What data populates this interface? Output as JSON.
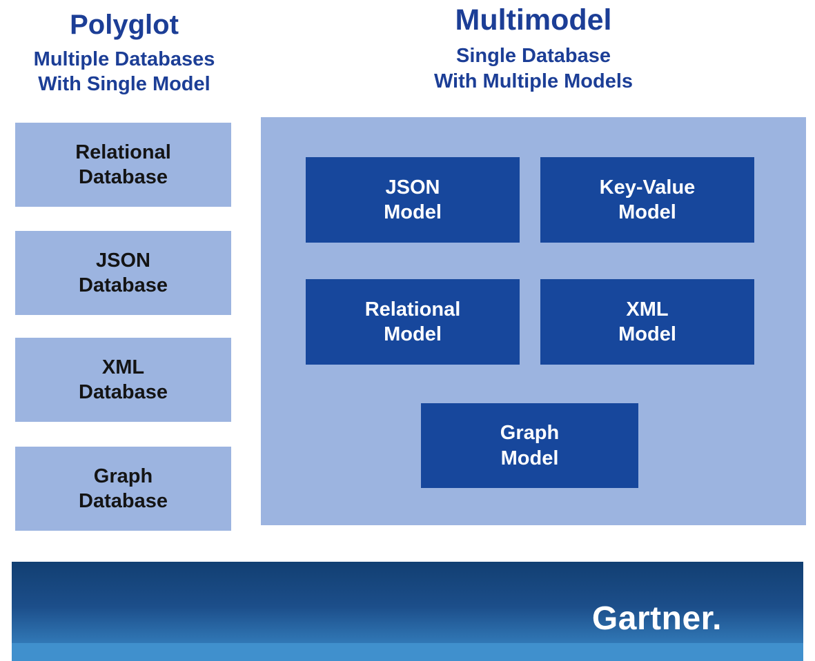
{
  "polyglot": {
    "title": "Polyglot",
    "subtitle": "Multiple Databases\nWith Single Model",
    "databases": [
      {
        "label": "Relational\nDatabase"
      },
      {
        "label": "JSON\nDatabase"
      },
      {
        "label": "XML\nDatabase"
      },
      {
        "label": "Graph\nDatabase"
      }
    ]
  },
  "multimodel": {
    "title": "Multimodel",
    "subtitle": "Single Database\nWith Multiple Models",
    "models": [
      {
        "label": "JSON\nModel"
      },
      {
        "label": "Key-Value\nModel"
      },
      {
        "label": "Relational\nModel"
      },
      {
        "label": "XML\nModel"
      },
      {
        "label": "Graph\nModel"
      }
    ]
  },
  "footer": {
    "brand": "Gartner."
  },
  "colors": {
    "light_blue_box": "#9cb4e0",
    "dark_blue_box": "#17479c",
    "heading_text": "#1c3e96",
    "banner_gradient_top": "#123f72",
    "banner_gradient_bottom": "#3178b6",
    "banner_strip": "#4090cd"
  }
}
